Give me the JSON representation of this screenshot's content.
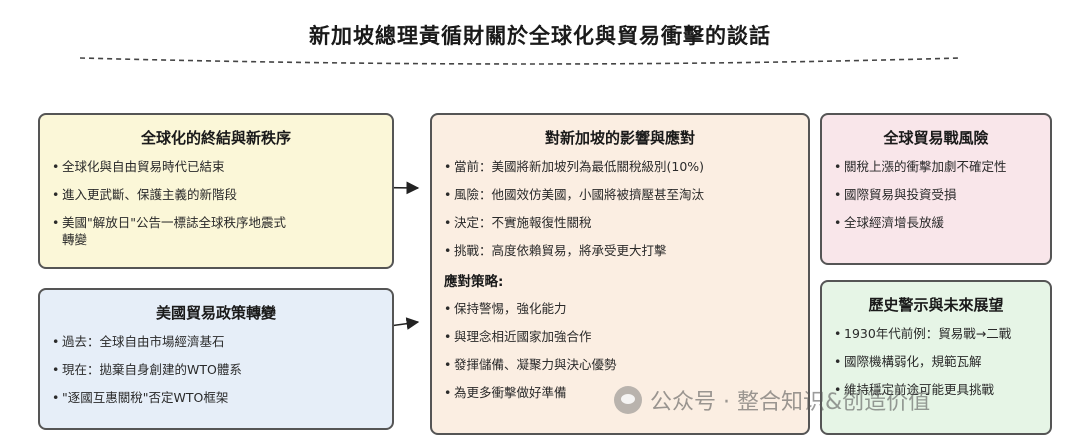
{
  "title": "新加坡總理黃循財關於全球化與貿易衝擊的談話",
  "boxes": {
    "globalization": {
      "heading": "全球化的終結與新秩序",
      "items": [
        "全球化與自由貿易時代已結束",
        "進入更武斷、保護主義的新階段",
        "美國\"解放日\"公告一標誌全球秩序地震式轉變"
      ]
    },
    "us_policy": {
      "heading": "美國貿易政策轉變",
      "items": [
        "過去：全球自由市場經濟基石",
        "現在：拋棄自身創建的WTO體系",
        "\"逐國互惠關稅\"否定WTO框架"
      ]
    },
    "impact": {
      "heading": "對新加坡的影響與應對",
      "items": [
        "當前：美國將新加坡列為最低關稅級別(10%)",
        "風險：他國效仿美國，小國將被擠壓甚至淘汰",
        "決定：不實施報復性關稅",
        "挑戰：高度依賴貿易，將承受更大打擊"
      ],
      "strategy_heading": "應對策略:",
      "strategy_items": [
        "保持警惕，強化能力",
        "與理念相近國家加強合作",
        "發揮儲備、凝聚力與決心優勢",
        "為更多衝擊做好準備"
      ]
    },
    "trade_war": {
      "heading": "全球貿易戰風險",
      "items": [
        "關稅上漲的衝擊加劇不確定性",
        "國際貿易與投資受損",
        "全球經濟增長放緩"
      ]
    },
    "history": {
      "heading": "歷史警示與未來展望",
      "items": [
        "1930年代前例：貿易戰→二戰",
        "國際機構弱化，規範瓦解",
        "維持穩定前途可能更具挑戰"
      ]
    }
  },
  "watermark": {
    "text": "公众号 · 整合知识&创造价值"
  },
  "colors": {
    "globalization_bg": "#fbf7d8",
    "us_policy_bg": "#e6eef8",
    "impact_bg": "#fbeee2",
    "trade_war_bg": "#f9e6ea",
    "history_bg": "#e6f5e6"
  }
}
